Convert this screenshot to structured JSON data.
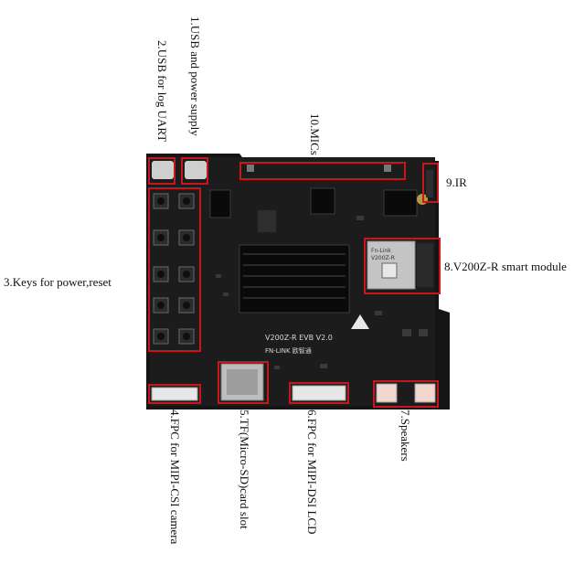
{
  "labels": {
    "usb_log_uart": "2.USB for log UART",
    "usb_power": "1.USB and power supply",
    "keys": "3.Keys for power,reset",
    "mics": "10.MICs",
    "ir": "9.IR",
    "smart_module": "8.V200Z-R smart module",
    "fpc_csi": "4.FPC for MIPI-CSI camera",
    "tf_card": "5.TF(Micro-SD)card slot",
    "fpc_dsi": "6.FPC for MIPI-DSI LCD",
    "speakers": "7.Speakers"
  },
  "board": {
    "silkscreen": "V200Z-R EVB V2.0",
    "brand": "FN-LINK 欧智通",
    "module_name": "V200Z-R",
    "module_brand": "Fn-Link"
  },
  "colors": {
    "callout": "#c8161d",
    "pcb": "#1a1a1a",
    "module": "#bfbfbf"
  }
}
